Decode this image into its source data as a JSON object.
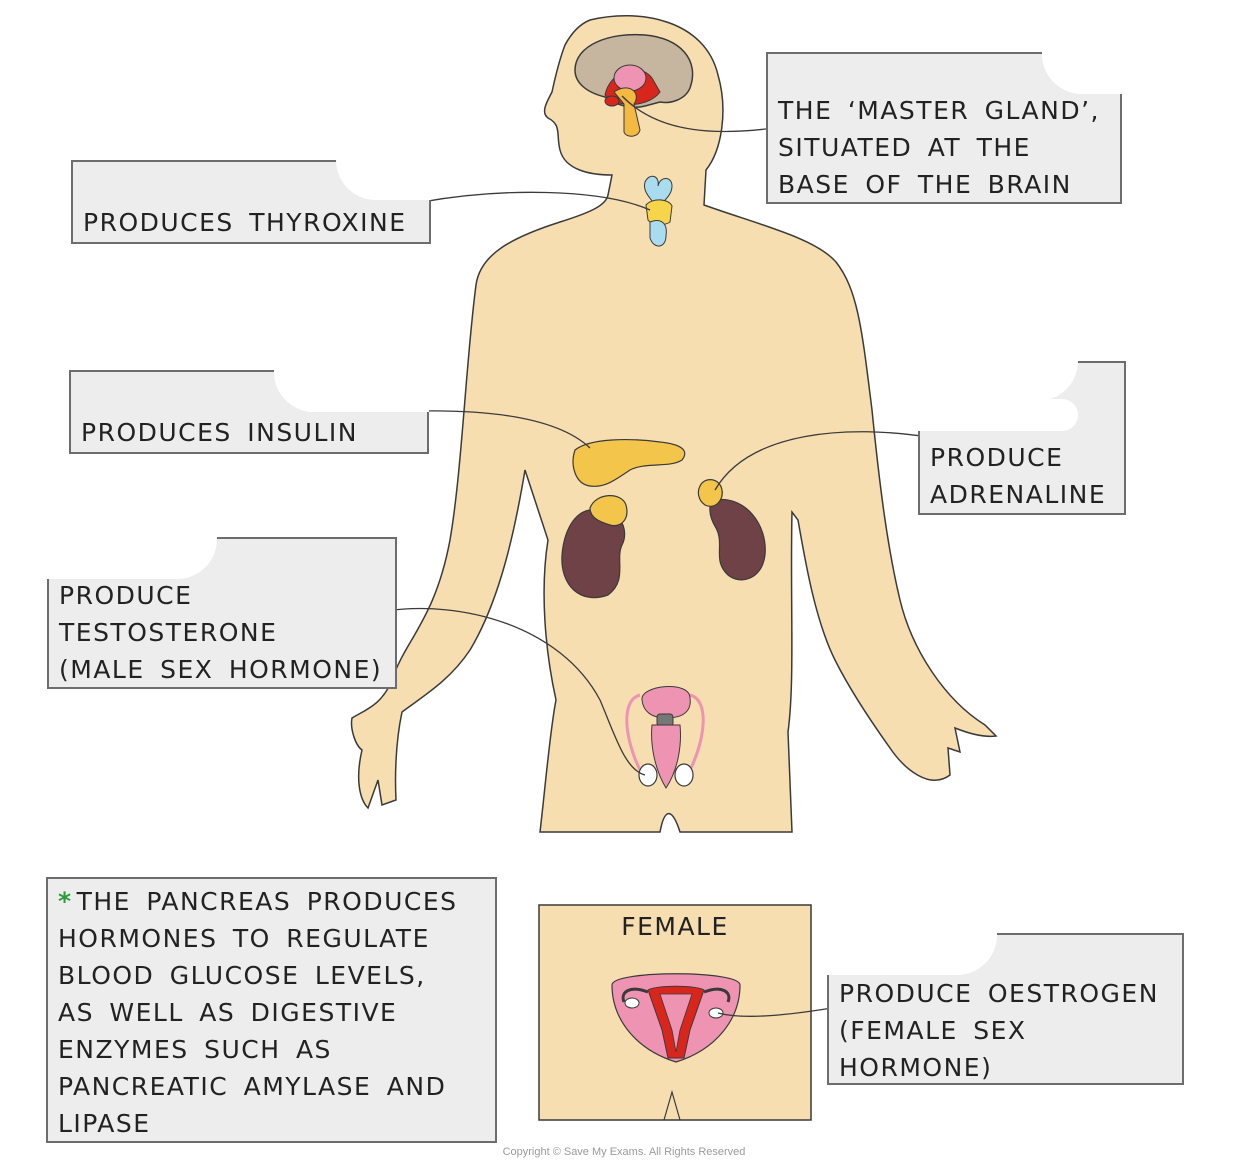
{
  "labels": {
    "pituitary": [
      "THE ‘MASTER GLAND’,",
      "SITUATED AT THE",
      "BASE OF THE BRAIN"
    ],
    "thyroid": [
      "PRODUCES THYROXINE"
    ],
    "pancreas": [
      "PRODUCES INSULIN"
    ],
    "adrenal": [
      "PRODUCE",
      "ADRENALINE"
    ],
    "testes": [
      "PRODUCE",
      "TESTOSTERONE",
      "(MALE SEX HORMONE)"
    ],
    "ovaries": [
      "PRODUCE OESTROGEN",
      "(FEMALE SEX",
      "HORMONE)"
    ]
  },
  "note": {
    "star": "*",
    "lines": [
      "THE PANCREAS PRODUCES",
      "HORMONES TO REGULATE",
      "BLOOD GLUCOSE LEVELS,",
      "AS WELL AS DIGESTIVE",
      "ENZYMES SUCH AS",
      "PANCREATIC AMYLASE AND",
      "LIPASE"
    ]
  },
  "female_title": "FEMALE",
  "copyright": "Copyright © Save My Exams. All Rights Reserved",
  "colors": {
    "skin": "#f7deb0",
    "outline": "#3a3a3a",
    "gland_yellow": "#f3c54a",
    "thyroid_blue": "#a9dcef",
    "kidney": "#6e4246",
    "pink": "#ef93b3",
    "red": "#d9261c",
    "label_bg": "#ededed",
    "star_green": "#2a9d3b"
  }
}
